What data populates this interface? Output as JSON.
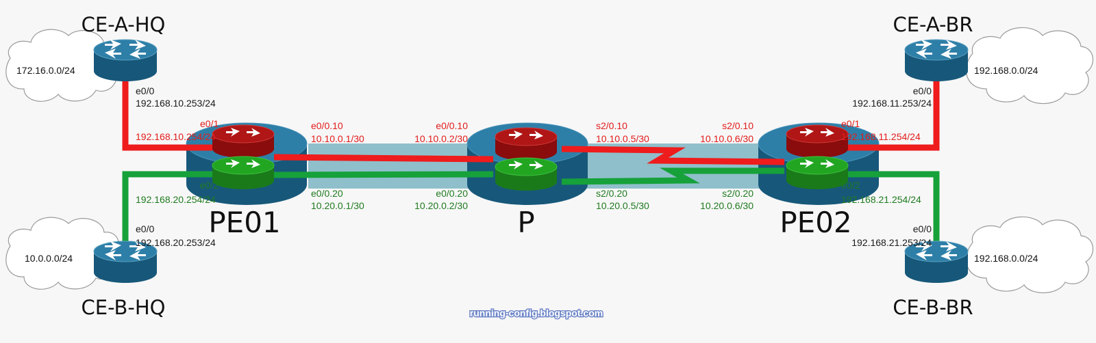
{
  "devices": {
    "ce_a_hq": "CE-A-HQ",
    "ce_b_hq": "CE-B-HQ",
    "ce_a_br": "CE-A-BR",
    "ce_b_br": "CE-B-BR",
    "pe01": "PE01",
    "p": "P",
    "pe02": "PE02"
  },
  "networks": {
    "a_hq": "172.16.0.0/24",
    "b_hq": "10.0.0.0/24",
    "a_br": "192.168.0.0/24",
    "b_br": "192.168.0.0/24"
  },
  "interfaces": {
    "ce_a_hq_if": "e0/0",
    "ce_a_hq_ip": "192.168.10.253/24",
    "pe01_a_if": "e0/1",
    "pe01_a_ip": "192.168.10.254/24",
    "pe01_b_if": "e0/2",
    "pe01_b_ip": "192.168.20.254/24",
    "ce_b_hq_if": "e0/0",
    "ce_b_hq_ip": "192.168.20.253/24",
    "pe01_core_a_if": "e0/0.10",
    "pe01_core_a_ip": "10.10.0.1/30",
    "pe01_core_b_if": "e0/0.20",
    "pe01_core_b_ip": "10.20.0.1/30",
    "p_left_a_if": "e0/0.10",
    "p_left_a_ip": "10.10.0.2/30",
    "p_left_b_if": "e0/0.20",
    "p_left_b_ip": "10.20.0.2/30",
    "p_right_a_if": "s2/0.10",
    "p_right_a_ip": "10.10.0.5/30",
    "p_right_b_if": "s2/0.20",
    "p_right_b_ip": "10.20.0.5/30",
    "pe02_core_a_if": "s2/0.10",
    "pe02_core_a_ip": "10.10.0.6/30",
    "pe02_core_b_if": "s2/0.20",
    "pe02_core_b_ip": "10.20.0.6/30",
    "pe02_a_if": "e0/1",
    "pe02_a_ip": "192.168.11.254/24",
    "pe02_b_if": "e0/2",
    "pe02_b_ip": "192.168.21.254/24",
    "ce_a_br_if": "e0/0",
    "ce_a_br_ip": "192.168.11.253/24",
    "ce_b_br_if": "e0/0",
    "ce_b_br_ip": "192.168.21.253/24"
  },
  "watermark": "running-config.blogspot.com",
  "colors": {
    "vrf_a": "#ee1c1c",
    "vrf_b": "#16a13a",
    "router_blue": "#1f6f95",
    "core_link": "#8fbfcb"
  }
}
